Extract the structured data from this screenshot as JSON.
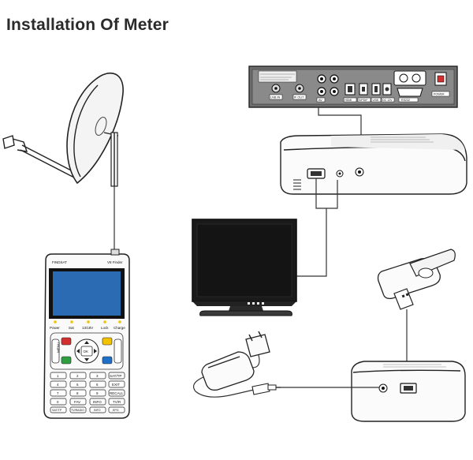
{
  "title": "Installation Of Meter",
  "meter": {
    "brand": "FINDSAT",
    "model": "V8 Finder",
    "indicators": [
      "Power",
      "Sat",
      "13/18V",
      "Lock",
      "Charge"
    ],
    "keys": {
      "menu": "MENU",
      "ok": "OK",
      "row1": [
        "1",
        "2",
        "3",
        "SAT/TP"
      ],
      "row2": [
        "4",
        "5",
        "6",
        "EXIT"
      ],
      "row3": [
        "7",
        "8",
        "9",
        "RECALL"
      ],
      "row4": [
        "0",
        "FAV",
        "INFO",
        "TV/R"
      ],
      "bottom": [
        "SAT/TP",
        "TV/RADIO",
        "INFO",
        "EPG"
      ]
    }
  },
  "receiver_panel": {
    "labels": [
      "LNB IN",
      "IF OUT",
      "AV",
      "HDMI",
      "S/PDIF",
      "USB",
      "DC 12V",
      "RS232",
      "POWER"
    ]
  },
  "colors": {
    "line": "#222222",
    "meter_screen": "#2a6bb3",
    "monitor_screen": "#141414",
    "key_red": "#d32f2f",
    "key_green": "#2e9e3e",
    "key_yellow": "#f2c200",
    "key_blue": "#1e6fc8",
    "led": "#f2c200"
  }
}
